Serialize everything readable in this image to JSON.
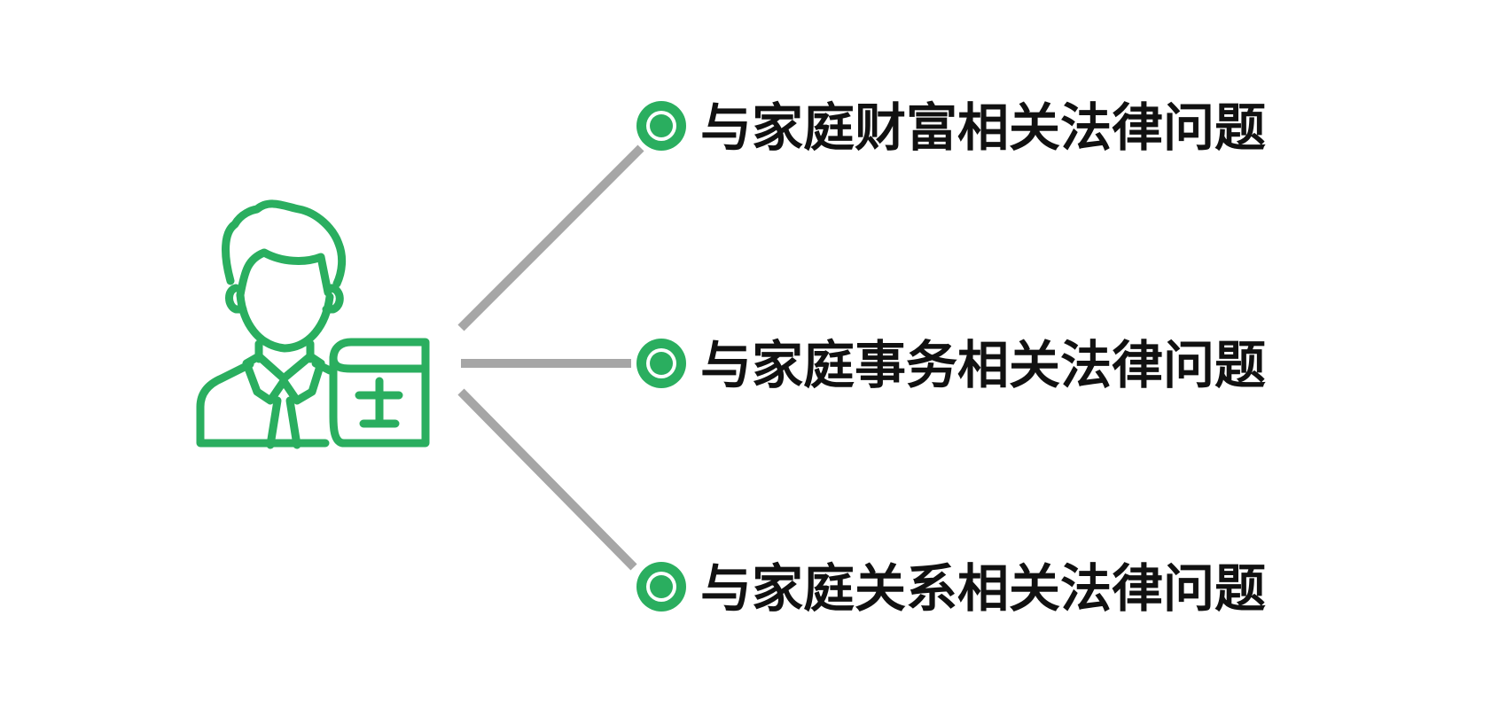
{
  "colors": {
    "accent": "#2aae5f",
    "connector": "#a6a6a6",
    "text": "#111111",
    "background": "#ffffff"
  },
  "icons": {
    "center": "lawyer-with-law-book-icon",
    "bullet": "target-dot-icon"
  },
  "items": [
    {
      "label": "与家庭财富相关法律问题"
    },
    {
      "label": "与家庭事务相关法律问题"
    },
    {
      "label": "与家庭关系相关法律问题"
    }
  ]
}
